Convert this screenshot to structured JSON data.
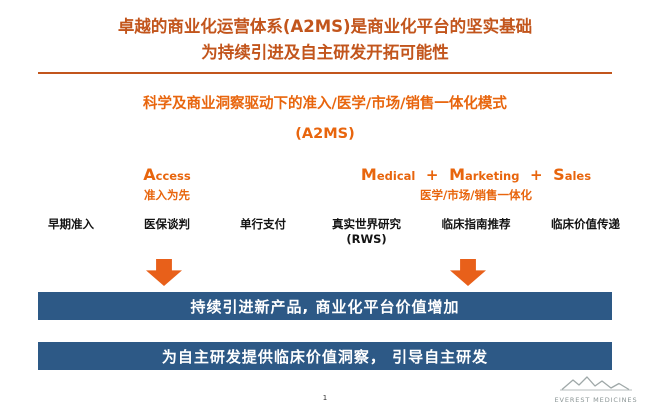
{
  "title": {
    "line1_prefix": "卓越的商业化运营体系",
    "line1_bold": "(A2MS)",
    "line1_suffix": "是商业化平台的坚实基础",
    "line2": "为持续引进及自主研发开拓可能性"
  },
  "subtitle": {
    "line1": "科学及商业洞察驱动下的准入/医学/市场/销售一体化模式",
    "line2": "(A2MS)"
  },
  "access": {
    "initial": "A",
    "rest": "ccess",
    "tagline": "准入为先",
    "items": [
      "早期准入",
      "医保谈判",
      "单行支付"
    ]
  },
  "mms": {
    "words": [
      {
        "initial": "M",
        "rest": "edical"
      },
      {
        "initial": "M",
        "rest": "arketing"
      },
      {
        "initial": "S",
        "rest": "ales"
      }
    ],
    "plus": "+",
    "tagline": "医学/市场/销售一体化",
    "items": [
      {
        "line1": "真实世界研究",
        "line2": "(RWS)"
      },
      {
        "line1": "临床指南推荐",
        "line2": ""
      },
      {
        "line1": "临床价值传递",
        "line2": ""
      }
    ]
  },
  "banners": {
    "banner1": "持续引进新产品, 商业化平台价值增加",
    "banner2": "为自主研发提供临床价值洞察， 引导自主研发"
  },
  "footer": {
    "page_number": "1",
    "logo_text": "EVEREST MEDICINES"
  },
  "colors": {
    "title_orange": "#C2551C",
    "accent_orange": "#E8650D",
    "arrow_orange": "#E8601A",
    "banner_blue": "#2D5986",
    "logo_gray": "#9FA8A8"
  }
}
